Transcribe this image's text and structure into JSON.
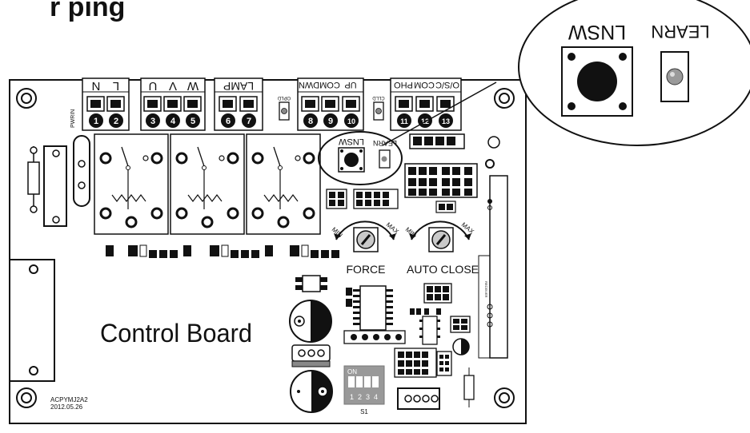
{
  "title_fragment": "r  ping",
  "board": {
    "label": "Control Board",
    "model": "ACPYMJ2A2",
    "date": "2012.05.26"
  },
  "terminals": {
    "power_side_label": "PWRIN",
    "group1": {
      "labels": [
        "N",
        "L"
      ],
      "numbers": [
        "1",
        "2"
      ]
    },
    "group2": {
      "labels": [
        "U",
        "V",
        "W"
      ],
      "numbers": [
        "3",
        "4",
        "5"
      ]
    },
    "group3": {
      "labels": [
        "LAMP"
      ],
      "numbers": [
        "6",
        "7"
      ]
    },
    "group4": {
      "labels": [
        "DWN",
        "COM",
        "UP"
      ],
      "numbers": [
        "8",
        "9",
        "10"
      ]
    },
    "group5": {
      "labels": [
        "PHO",
        "COM",
        "O/S/C"
      ],
      "numbers": [
        "11",
        "12",
        "13"
      ]
    },
    "led_labels": [
      "OPLD",
      "CLLD"
    ]
  },
  "learn": {
    "button_label": "LNSW",
    "led_label": "LEARN"
  },
  "knobs": {
    "force": {
      "label": "FORCE",
      "min": "MIN",
      "max": "MAX"
    },
    "auto_close": {
      "label": "AUTO CLOSE",
      "min": "MIN",
      "max": "MAX"
    }
  },
  "dip": {
    "on_label": "ON",
    "switch_numbers": [
      "1",
      "2",
      "3",
      "4"
    ],
    "name": "S1"
  },
  "receiver_label": "RECEIVER"
}
